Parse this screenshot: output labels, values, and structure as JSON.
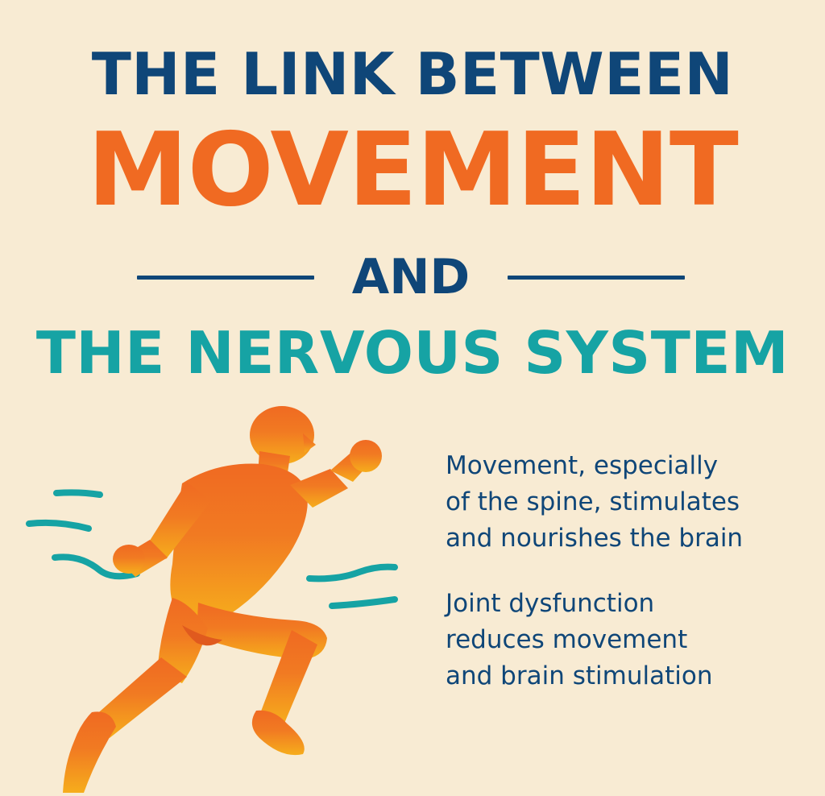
{
  "title": {
    "line1": "THE LINK BETWEEN",
    "line2": "MOVEMENT",
    "line3": "AND",
    "line4": "THE NERVOUS SYSTEM"
  },
  "facts": [
    "Movement, especially\nof the spine, stimulates\nand nourishes the brain",
    "Joint dysfunction\nreduces movement\nand brain stimulation"
  ],
  "colors": {
    "background": "#f8ebd3",
    "navy": "#0f4678",
    "orange": "#f06a22",
    "teal": "#16a3a4",
    "amber": "#f6a51c"
  },
  "illustration": {
    "figure": "running-person-icon",
    "motion_lines": "motion-lines-icon"
  }
}
